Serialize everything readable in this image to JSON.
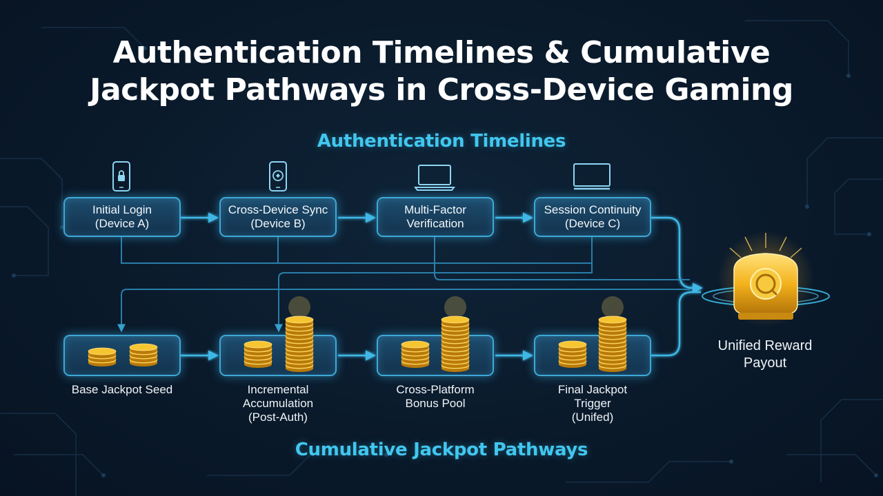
{
  "title": {
    "line1": "Authentication Timelines & Cumulative",
    "line2": "Jackpot Pathways in Cross-Device Gaming"
  },
  "auth_section": {
    "title": "Authentication Timelines",
    "steps": [
      {
        "line1": "Initial Login",
        "line2": "(Device A)",
        "icon": "padlock-phone-icon"
      },
      {
        "line1": "Cross-Device Sync",
        "line2": "(Device B)",
        "icon": "sync-phone-icon"
      },
      {
        "line1": "Multi-Factor",
        "line2": "Verification",
        "icon": "laptop-icon"
      },
      {
        "line1": "Session Continuity",
        "line2": "(Device C)",
        "icon": "monitor-icon"
      }
    ]
  },
  "jackpot_section": {
    "title": "Cumulative Jackpot Pathways",
    "steps": [
      {
        "line1": "Base Jackpot Seed",
        "line2": "",
        "line3": "",
        "icon": "coin-stack-small-icon"
      },
      {
        "line1": "Incremental",
        "line2": "Accumulation",
        "line3": "(Post-Auth)",
        "icon": "coin-stack-medium-icon"
      },
      {
        "line1": "Cross-Platform",
        "line2": "Bonus Pool",
        "line3": "",
        "icon": "coin-stack-medium-icon"
      },
      {
        "line1": "Final Jackpot",
        "line2": "Trigger",
        "line3": "(Unifed)",
        "icon": "coin-stack-large-icon"
      }
    ]
  },
  "payout": {
    "line1": "Unified Reward",
    "line2": "Payout",
    "icon": "golden-vault-icon"
  },
  "colors": {
    "accent": "#41c7ef",
    "connector": "#3fb8e6",
    "node_border": "#3ea9d8",
    "coin_gold": "#f2b81f",
    "background": "#0a1a2b"
  }
}
